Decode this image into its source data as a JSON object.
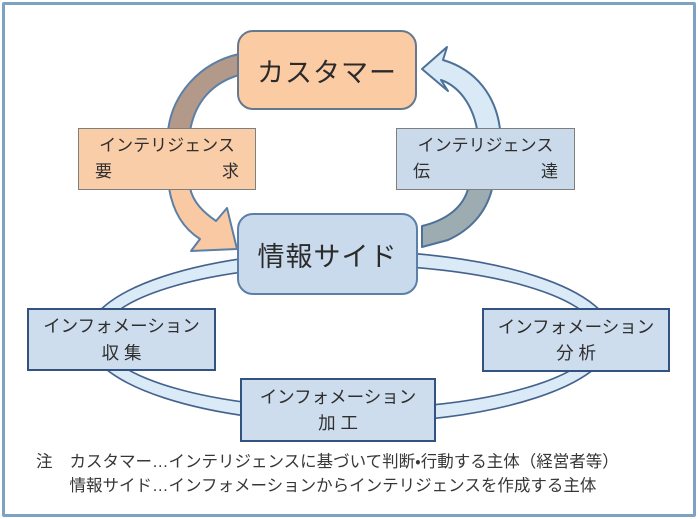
{
  "diagram": {
    "nodes": {
      "customer": "カスタマー",
      "info_side": "情報サイド"
    },
    "labels": {
      "request": {
        "line1": "インテリジェンス",
        "left": "要",
        "right": "求"
      },
      "delivery": {
        "line1": "インテリジェンス",
        "left": "伝",
        "right": "達"
      },
      "collection": {
        "line1": "インフォメーション",
        "left": "収",
        "right": "集"
      },
      "analysis": {
        "line1": "インフォメーション",
        "left": "分",
        "right": "析"
      },
      "processing": {
        "line1": "インフォメーション",
        "left": "加",
        "right": "工"
      }
    },
    "note": {
      "marker": "注",
      "line1": "カスタマー…インテリジェンスに基づいて判断・行動する主体（経営者等）",
      "line2": "情報サイド…インフォメーションからインテリジェンスを作成する主体"
    },
    "colors": {
      "frame_border": "#7EA2C4",
      "customer_fill": "#FBCBA4",
      "customer_border": "#64798F",
      "info_side_fill": "#C9DAEC",
      "info_side_border": "#5B7FA6",
      "request_label_fill": "#FACDA9",
      "delivery_label_fill": "#CBDAEA",
      "label_border": "#7F7F7F",
      "process_box_fill": "#CEDDEE",
      "process_box_border": "#32537F",
      "ellipse_fill": "#DAEAF6",
      "ellipse_edge": "#45618D",
      "arrow_tan": "#B3998A",
      "arrow_peach": "#F9C9A4",
      "arrow_blue": "#D9EAF6",
      "arrow_gray": "#9DACB1",
      "text": "#303030"
    }
  }
}
